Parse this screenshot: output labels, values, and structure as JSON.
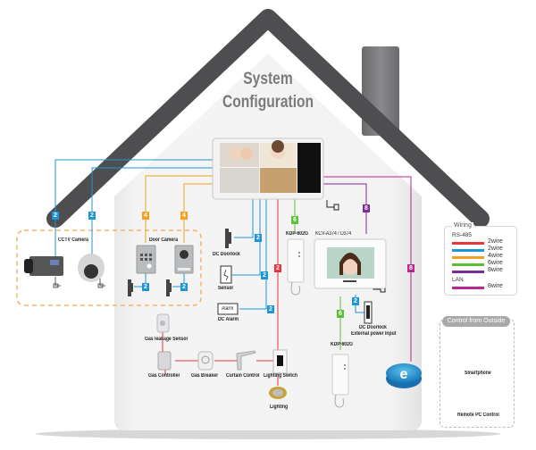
{
  "title": {
    "line1": "System",
    "line2": "Configuration"
  },
  "colors": {
    "rs485": "#e8343c",
    "wire2": "#1e95d4",
    "wire4": "#f5a01e",
    "wire6": "#5cbf3a",
    "wire8": "#7b2d96",
    "lan": "#b8298f",
    "roof": "#4e4e50",
    "title": "#7a7b7d"
  },
  "groups": {
    "cctv": {
      "label": "CCTV Camera"
    },
    "door": {
      "label": "Door Camera"
    }
  },
  "badges": {
    "cctv1": "2",
    "cctv2": "2",
    "door1": "4",
    "door2": "4",
    "doorlock_left1": "2",
    "doorlock_left2": "2",
    "dc_doorlock": "2",
    "sensor": "2",
    "dc_alarm": "2",
    "rs485": "2",
    "kdp_top": "6",
    "kcv_top": "8",
    "lan": "8",
    "kcv_doorlock": "2",
    "kdp_bottom": "6"
  },
  "devices": {
    "dc_doorlock": "DC Doorlock",
    "sensor": "Sensor",
    "alarm_box": "Alarm",
    "dc_alarm": "DC Alarm",
    "kdp_top": "KDP-602G",
    "kcv": "KCV-A374 / D374",
    "kcv_doorlock_1": "DC Doorlock",
    "kcv_doorlock_2": "External power Input",
    "kdp_bottom": "KDP-602G",
    "gas_sensor": "Gas leakage Sensor",
    "gas_controller": "Gas Controller",
    "gas_breaker": "Gas Breaker",
    "curtain": "Curtain Control",
    "lighting_switch": "Lighting Switch",
    "lighting": "Lighting"
  },
  "legend": {
    "title": "Wiring",
    "rs485_label": "RS-485",
    "lan_label": "LAN",
    "rows": [
      {
        "label": "2wire",
        "color": "#e8343c"
      },
      {
        "label": "2wire",
        "color": "#1e95d4"
      },
      {
        "label": "4wire",
        "color": "#f5a01e"
      },
      {
        "label": "6wire",
        "color": "#5cbf3a"
      },
      {
        "label": "8wire",
        "color": "#7b2d96"
      }
    ],
    "lan_row": {
      "label": "8wire",
      "color": "#b8298f"
    }
  },
  "control": {
    "title": "Control from Outside",
    "smartphone": "Smartphone",
    "pc": "Remote PC Control"
  }
}
